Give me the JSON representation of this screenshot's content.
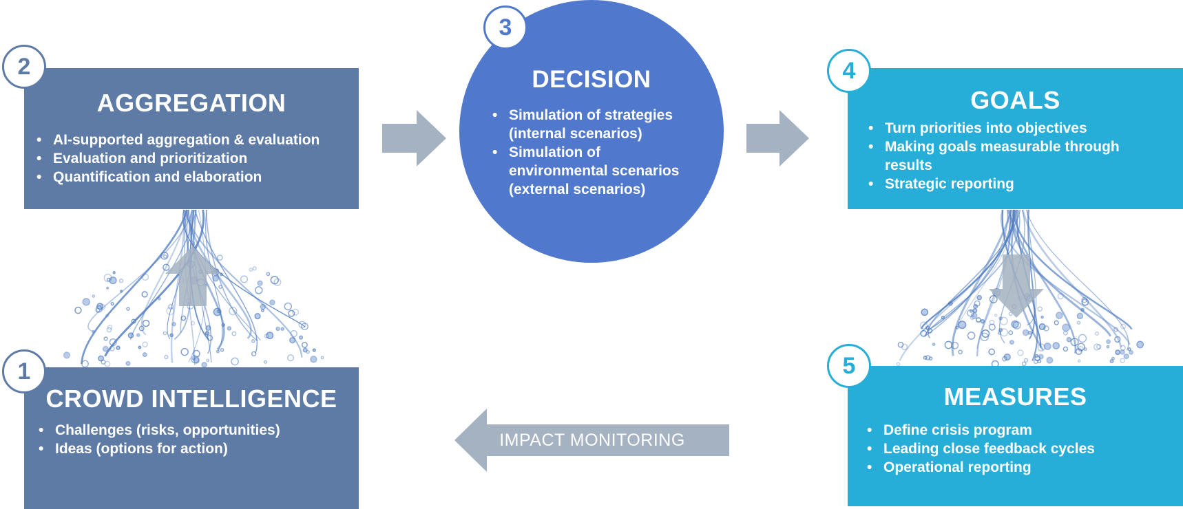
{
  "steps": {
    "aggregation": {
      "number": "2",
      "title": "AGGREGATION",
      "items": [
        "AI-supported aggregation & evaluation",
        "Evaluation and prioritization",
        "Quantification and elaboration"
      ]
    },
    "decision": {
      "number": "3",
      "title": "DECISION",
      "items": [
        [
          "Simulation of strategies",
          "(internal scenarios)"
        ],
        [
          "Simulation of",
          "environmental scenarios",
          "(external scenarios)"
        ]
      ]
    },
    "goals": {
      "number": "4",
      "title": "GOALS",
      "items": [
        [
          "Turn priorities into objectives"
        ],
        [
          "Making goals measurable through",
          "results"
        ],
        [
          "Strategic reporting"
        ]
      ]
    },
    "crowd": {
      "number": "1",
      "title": "CROWD INTELLIGENCE",
      "items": [
        "Challenges (risks, opportunities)",
        "Ideas (options for action)"
      ]
    },
    "measures": {
      "number": "5",
      "title": "MEASURES",
      "items": [
        "Define crisis program",
        "Leading close feedback cycles",
        "Operational reporting"
      ]
    }
  },
  "impact_monitoring": {
    "label": "IMPACT MONITORING"
  },
  "colors": {
    "slate_blue": "#5e7ba6",
    "decision_blue": "#5078cd",
    "cyan": "#26aed8",
    "arrow_gray": "#a5b2c1",
    "vein_blue": "#4f7cc0"
  }
}
